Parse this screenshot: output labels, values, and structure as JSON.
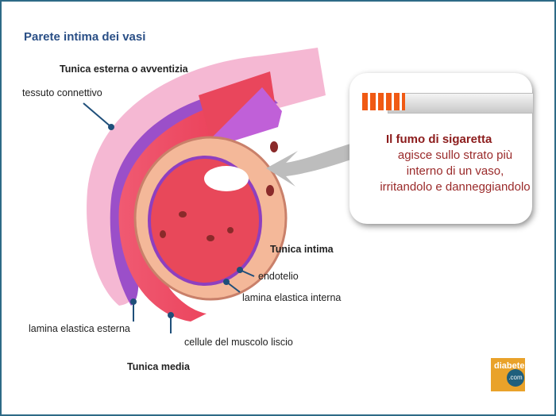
{
  "title": "Parete intima dei vasi",
  "labels": {
    "tunica_esterna": "Tunica esterna o avventizia",
    "tessuto": "tessuto connettivo",
    "tunica_intima": "Tunica intima",
    "endotelio": "endotelio",
    "lamina_interna": "lamina elastica interna",
    "lamina_esterna": "lamina elastica esterna",
    "cellule": "cellule del muscolo liscio",
    "tunica_media": "Tunica media"
  },
  "callout": {
    "heading": "Il fumo di sigaretta",
    "body": "agisce sullo strato più interno di un vaso, irritandolo e danneggiandolo"
  },
  "logo": {
    "word": "diabete",
    "suffix": ".com"
  }
}
